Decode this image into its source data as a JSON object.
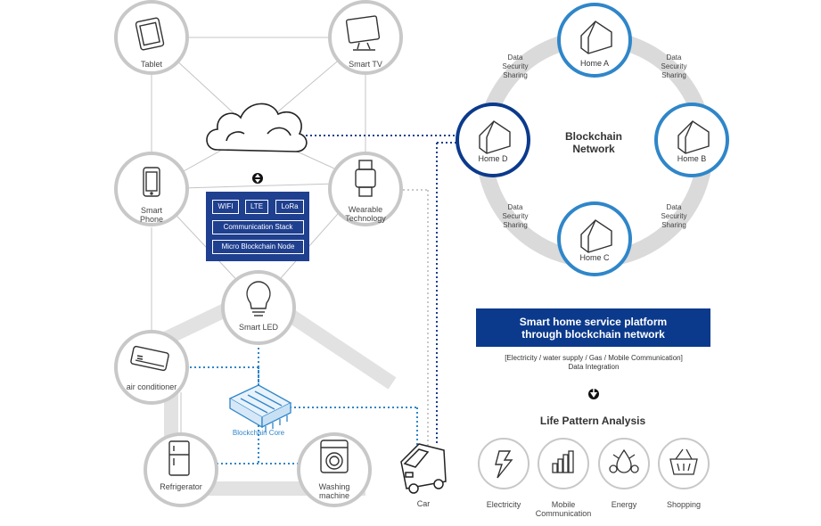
{
  "devices": {
    "tablet": "Tablet",
    "smart_tv": "Smart TV",
    "smart_phone": "Smart\nPhone",
    "wearable": "Wearable\nTechnology",
    "smart_led": "Smart LED",
    "air_conditioner": "air conditioner",
    "refrigerator": "Refrigerator",
    "washing_machine": "Washing\nmachine",
    "car": "Car"
  },
  "node_panel": {
    "wifi": "WIFI",
    "lte": "LTE",
    "lora": "LoRa",
    "stack": "Communication Stack",
    "node": "Micro Blockchain Node"
  },
  "blockchain_core": "Blockchain Core",
  "network": {
    "title": "Blockchain\nNetwork",
    "home_a": "Home A",
    "home_b": "Home B",
    "home_c": "Home C",
    "home_d": "Home D",
    "data_label_1": "Data\nSecurity\nSharing",
    "data_label_2": "Data\nSecurity\nSharing",
    "data_label_3": "Data\nSecurity\nSharing",
    "data_label_4": "Data\nSecurity\nSharing"
  },
  "platform": {
    "banner": "Smart home service platform\nthrough blockchain network",
    "info": "[Electricity / water supply / Gas / Mobile Communication]\nData Integration",
    "analysis_title": "Life Pattern Analysis",
    "items": {
      "electricity": "Electricity",
      "mobile": "Mobile\nCommunication",
      "energy": "Energy",
      "shopping": "Shopping"
    }
  },
  "colors": {
    "navy": "#0b3a8c",
    "panel": "#1f3f8f",
    "blue": "#2f86c9",
    "ring": "#dadada",
    "node_border": "#c8c8c8"
  }
}
